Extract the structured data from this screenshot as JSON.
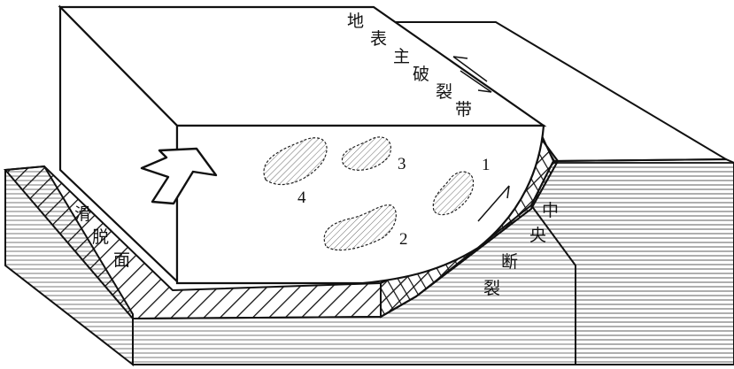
{
  "labels": {
    "surface_rupture": [
      "地",
      "表",
      "主",
      "破",
      "裂",
      "带"
    ],
    "detachment": [
      "滑",
      "脱",
      "面"
    ],
    "central_fault": [
      "中",
      "央",
      "断",
      "裂"
    ]
  },
  "asperities": [
    "1",
    "2",
    "3",
    "4"
  ],
  "colors": {
    "line": "#111111",
    "hatch": "#222222",
    "background": "#ffffff"
  },
  "icons": {
    "uplift_arrow": "up-arrow-icon",
    "slip_arrows": "slip-arrow-icon"
  }
}
